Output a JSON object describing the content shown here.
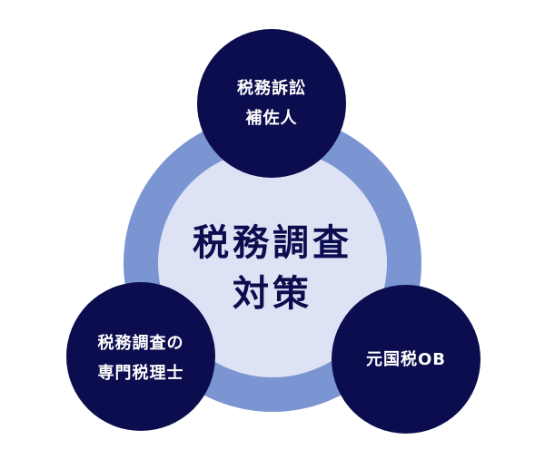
{
  "colors": {
    "outer_ring": "#7b95d3",
    "inner_fill": "#dde3f4",
    "node_fill": "#0c0d4e",
    "node_text": "#ffffff",
    "center_text": "#0c0d4e",
    "background": "#ffffff"
  },
  "center": {
    "line1": "税務調査",
    "line2": "対策"
  },
  "nodes": [
    {
      "line1": "税務訴訟",
      "line2": "補佐人"
    },
    {
      "line1": "税務調査の",
      "line2": "専門税理士"
    },
    {
      "line1": "元国税OB"
    }
  ]
}
